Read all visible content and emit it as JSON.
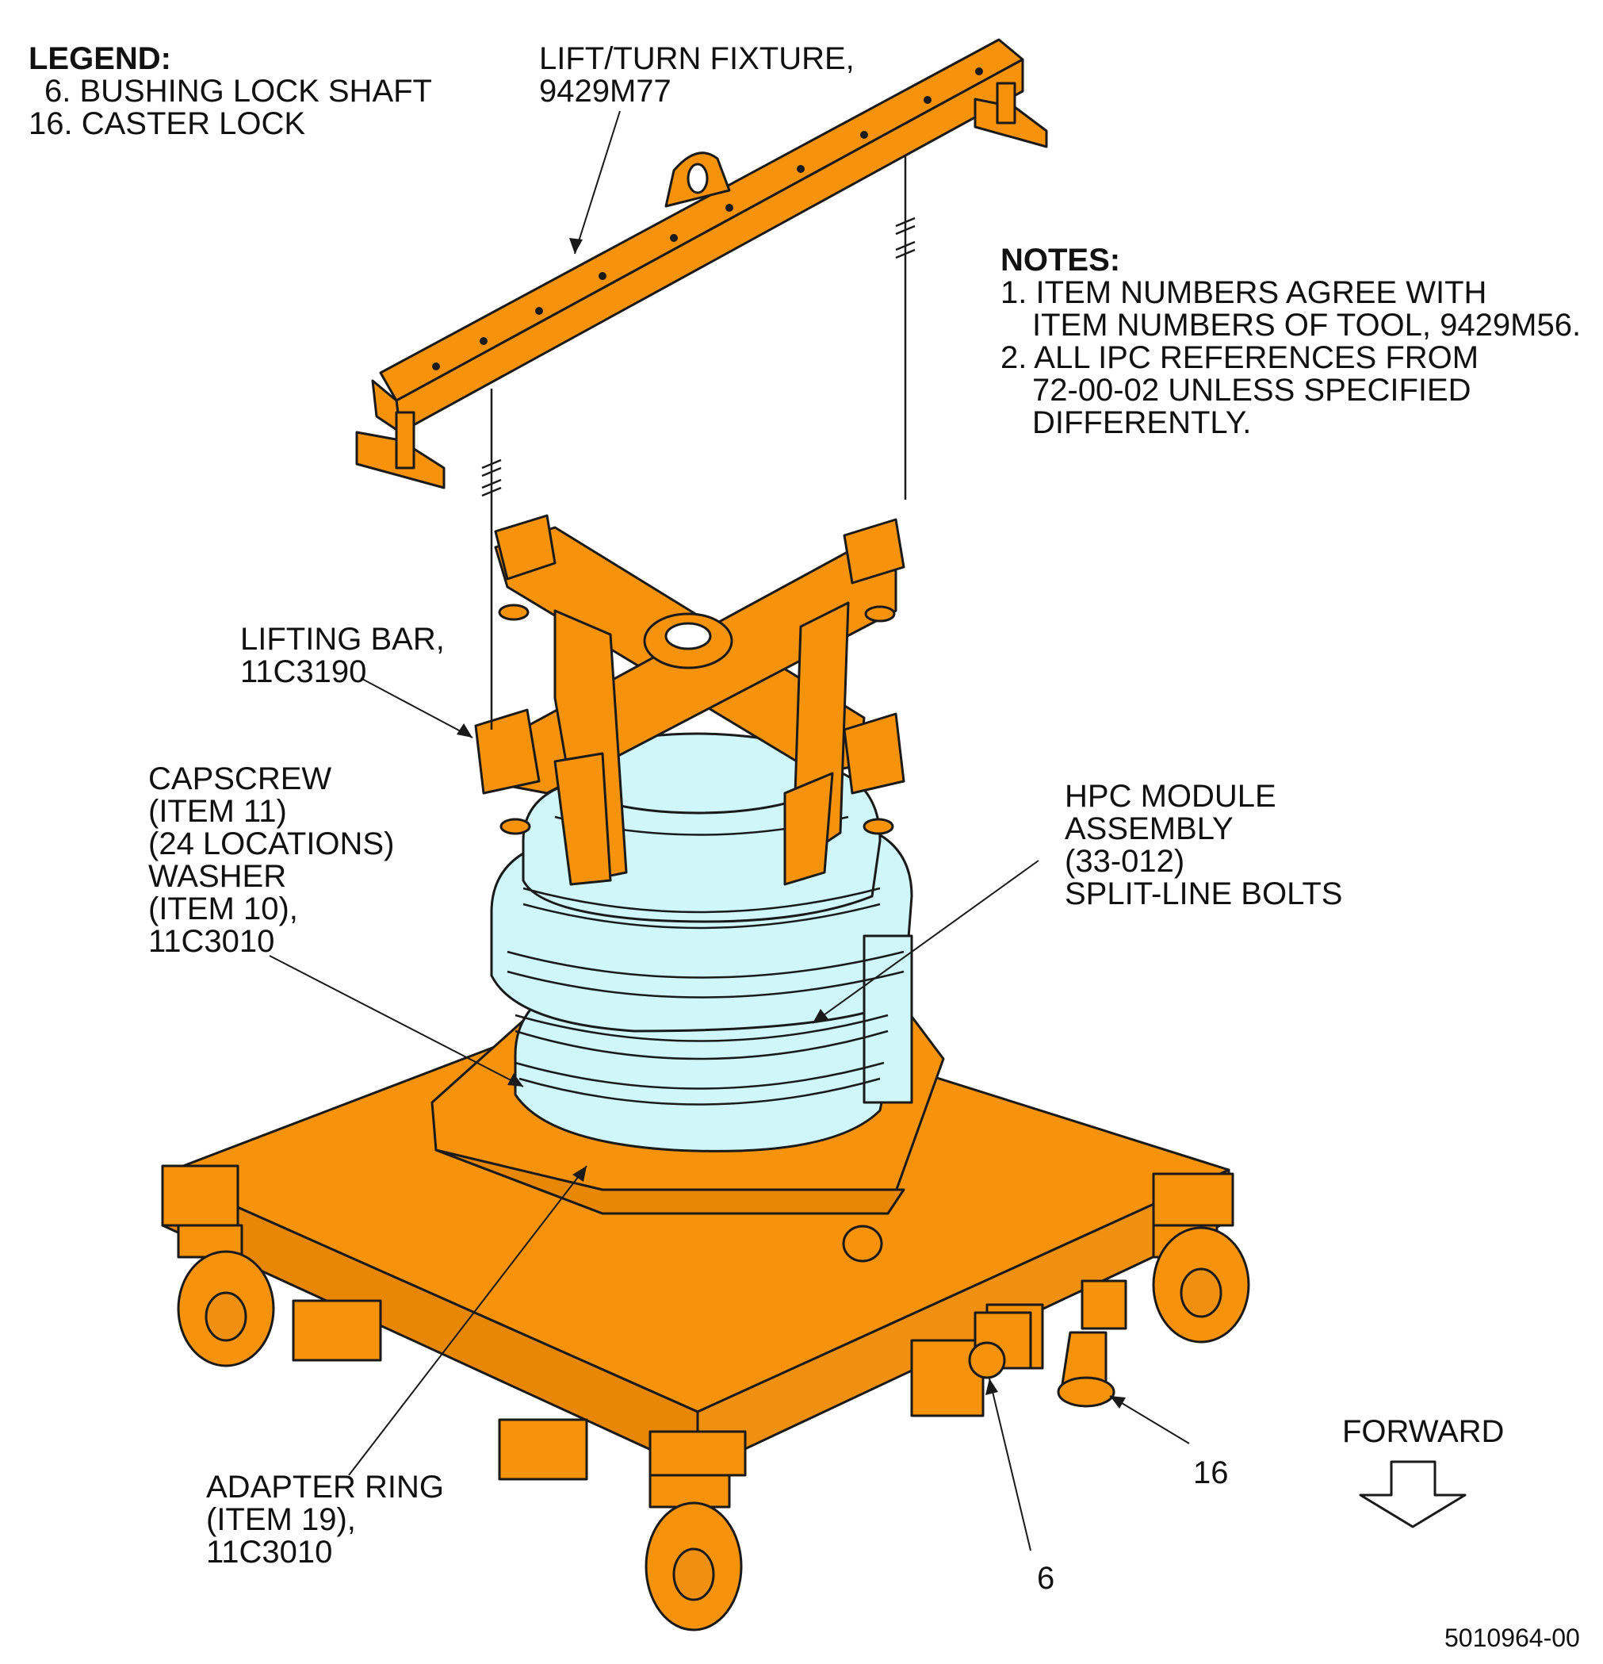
{
  "legend": {
    "title": "LEGEND:",
    "items": [
      "6. BUSHING LOCK SHAFT",
      "16. CASTER LOCK"
    ]
  },
  "notes": {
    "title": "NOTES:",
    "lines": [
      "1. ITEM NUMBERS AGREE WITH",
      "ITEM NUMBERS OF TOOL, 9429M56.",
      "2. ALL IPC REFERENCES FROM",
      "72-00-02 UNLESS SPECIFIED",
      "DIFFERENTLY."
    ]
  },
  "callouts": {
    "lift_turn_fixture": [
      "LIFT/TURN FIXTURE,",
      "9429M77"
    ],
    "lifting_bar": [
      "LIFTING BAR,",
      "11C3190"
    ],
    "capscrew": [
      "CAPSCREW",
      "(ITEM 11)",
      "(24 LOCATIONS)",
      "WASHER",
      "(ITEM 10),",
      "11C3010"
    ],
    "hpc_module": [
      "HPC MODULE",
      "ASSEMBLY",
      "(33-012)",
      "SPLIT-LINE BOLTS"
    ],
    "adapter_ring": [
      "ADAPTER RING",
      "(ITEM 19),",
      "11C3010"
    ],
    "item_6": "6",
    "item_16": "16"
  },
  "forward_label": "FORWARD",
  "figure_id": "5010964-00",
  "colors": {
    "fixture_orange": "#F7930A",
    "module_cyan": "#CFF7FA",
    "outline": "#1a1a1a"
  }
}
